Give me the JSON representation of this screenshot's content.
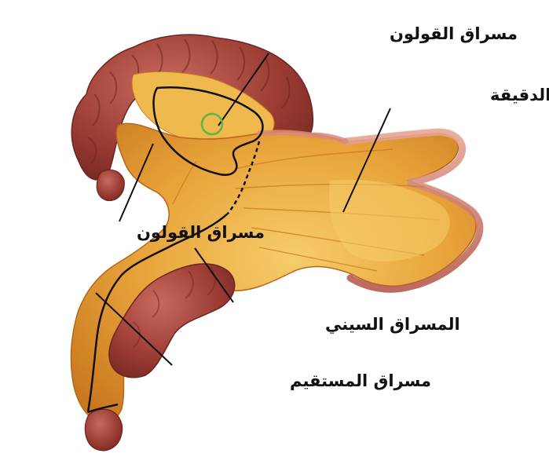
{
  "labels": {
    "transverse_mesocolon": "مسراق القولون",
    "small_intestine_mesentery": "مسراق الأمعاء الدقيقة",
    "ascending_mesocolon": "مسراق القولون",
    "sigmoid_mesocolon": "المسراق السيني",
    "mesorectum": "مسراق المستقيم"
  },
  "colors": {
    "mesentery": "#e8a33a",
    "mesentery_light": "#f3c45e",
    "mesentery_dark": "#c9781f",
    "bowel": "#9a3b33",
    "bowel_dark": "#6e2420",
    "bowel_light": "#c86a5e",
    "rim": "#d98a7a",
    "outline": "#111111",
    "marker_circle": "#5bb548"
  }
}
